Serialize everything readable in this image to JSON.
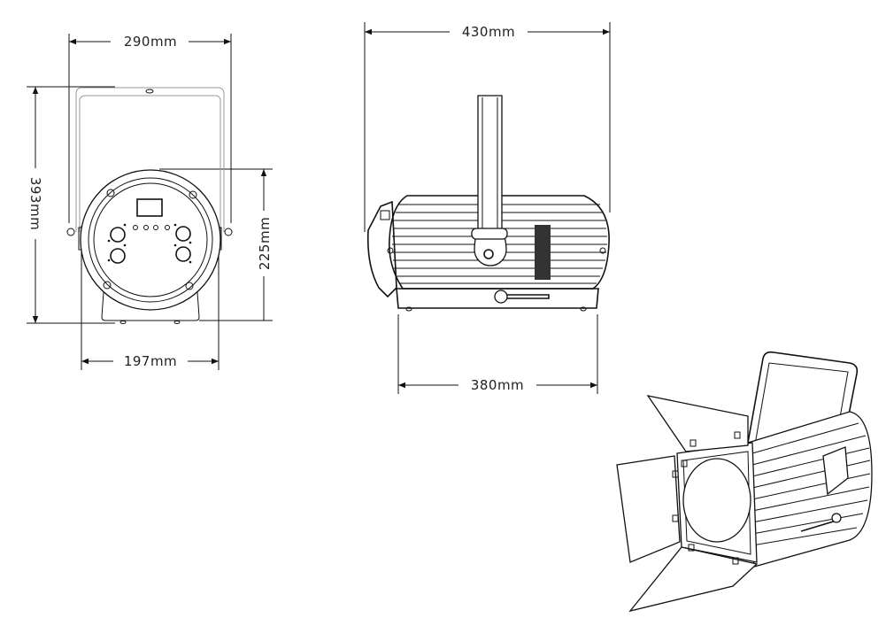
{
  "drawing": {
    "front_view": {
      "width_label": "290mm",
      "height_label": "393mm",
      "head_height_label": "225mm",
      "base_width_label": "197mm"
    },
    "side_view": {
      "length_label": "430mm",
      "base_length_label": "380mm"
    },
    "perspective_view": {}
  }
}
